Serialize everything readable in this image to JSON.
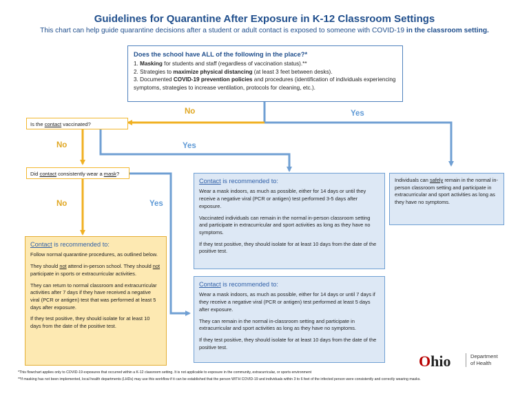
{
  "header": {
    "title": "Guidelines for Quarantine After Exposure in K-12 Classroom Settings",
    "subtitle_plain": "This chart can help guide quarantine decisions after a student or adult contact is exposed to someone with COVID-19",
    "subtitle_bold": "in the classroom setting."
  },
  "top_question": {
    "heading": "Does the school have ALL of the following in the place?*",
    "items": [
      {
        "num": "1.",
        "bold": "Masking",
        "rest": " for students and staff (regardless of vaccination status).**"
      },
      {
        "num": "2.",
        "pre": "Strategies to ",
        "bold": "maximize physical distancing",
        "rest": " (at least 3 feet between desks)."
      },
      {
        "num": "3.",
        "pre": "Documented ",
        "bold": "COVID-19 prevention policies",
        "rest": " and procedures (identification of individuals experiencing symptoms, strategies to increase ventilation, protocols for cleaning, etc.)."
      }
    ]
  },
  "labels": {
    "no": "No",
    "yes": "Yes"
  },
  "q_vaccinated": {
    "pre": "Is the ",
    "underline": "contact",
    "post": " vaccinated?"
  },
  "q_mask": {
    "pre": "Did ",
    "underline1": "contact",
    "mid": " consistently wear a ",
    "underline2": "mask",
    "post": "?"
  },
  "rec_heading_word": "Contact",
  "rec_heading_rest": " is recommended to:",
  "box_vaccinated": {
    "paras": [
      "Wear a mask indoors, as much as possible, either for 14 days or until they receive a negative viral (PCR or antigen) test performed 3-5 days after exposure.",
      "Vaccinated individuals can remain in the normal in-person classroom setting and participate in extracurricular and sport activities as long as they have no symptoms.",
      "If they test positive, they should isolate for at least 10 days from the date of the positive test."
    ]
  },
  "box_school_yes": {
    "pre": "Individuals can ",
    "underline": "safely",
    "post": " remain in the normal in-person classroom setting and participate in extracurricular and sport activities as long as they have no symptoms."
  },
  "box_no_mask": {
    "p1": "Follow normal quarantine procedures, as outlined below.",
    "p2_pre": "They should ",
    "p2_u1": "not",
    "p2_mid": " attend in-person school. They should ",
    "p2_u2": "not",
    "p2_post": " participate in sports or extracurricular activities.",
    "p3": "They can return to normal classroom and extracurricular activities after 7 days if they have received a negative viral (PCR or antigen) test that was performed at least 5 days after exposure.",
    "p4": "If they test positive, they should isolate for at least 10 days from the date of the positive test."
  },
  "box_masked": {
    "paras": [
      "Wear a mask indoors, as much as possible, either for 14 days or until 7 days if they receive a negative viral (PCR or antigen) test performed at least 5 days after exposure.",
      "They can remain in the normal in-classroom setting and participate in extracurricular and sport activities as long as they have no symptoms.",
      "If they test positive, they should isolate for at least 10 days from the date of the positive test."
    ]
  },
  "footnotes": {
    "f1": "*This flowchart applies only to COVID-19 exposures that occurred within a K-12 classroom setting. It is not applicable to exposure in the community, extracurricular, or sports environment",
    "f2": "**If masking has not been implemented, local health departments (LHDs) may use this workflow if it can be established that the person WITH COVID-19 and individuals within 3 to 6 feet of the infected person were consistently and correctly wearing masks."
  },
  "logo": {
    "o": "O",
    "hio": "hio",
    "dept1": "Department",
    "dept2": "of Health"
  },
  "colors": {
    "accent_blue": "#1f4e8c",
    "arrow_blue": "#6f9fd3",
    "arrow_orange": "#f0b022",
    "box_orange": "#fde9b2",
    "box_blue": "#dde8f5",
    "ohio_red": "#b80000"
  }
}
